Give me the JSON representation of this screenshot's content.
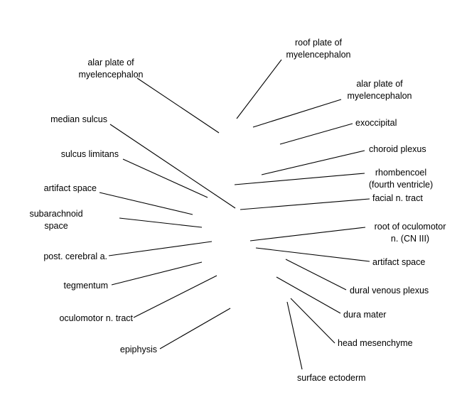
{
  "labels": {
    "alar_plate_left": "alar plate of\nmyelencephalon",
    "median_sulcus": "median sulcus",
    "sulcus_limitans": "sulcus limitans",
    "artifact_space_left": "artifact space",
    "subarachnoid_space": "subarachnoid\nspace",
    "post_cerebral_a": "post. cerebral a.",
    "tegmentum": "tegmentum",
    "oculomotor_tract": "oculomotor n. tract",
    "epiphysis": "epiphysis",
    "roof_plate": "roof plate of\nmyelencephalon",
    "alar_plate_right": "alar plate of\nmyelencephalon",
    "exoccipital": "exoccipital",
    "choroid_plexus": "choroid plexus",
    "rhombencoel": "rhombencoel\n(fourth ventricle)",
    "facial_tract": "facial n. tract",
    "root_oculomotor": "root of oculomotor\nn. (CN III)",
    "artifact_space_right": "artifact space",
    "dural_venous_plexus": "dural venous plexus",
    "dura_mater": "dura mater",
    "head_mesenchyme": "head mesenchyme",
    "surface_ectoderm": "surface ectoderm"
  }
}
